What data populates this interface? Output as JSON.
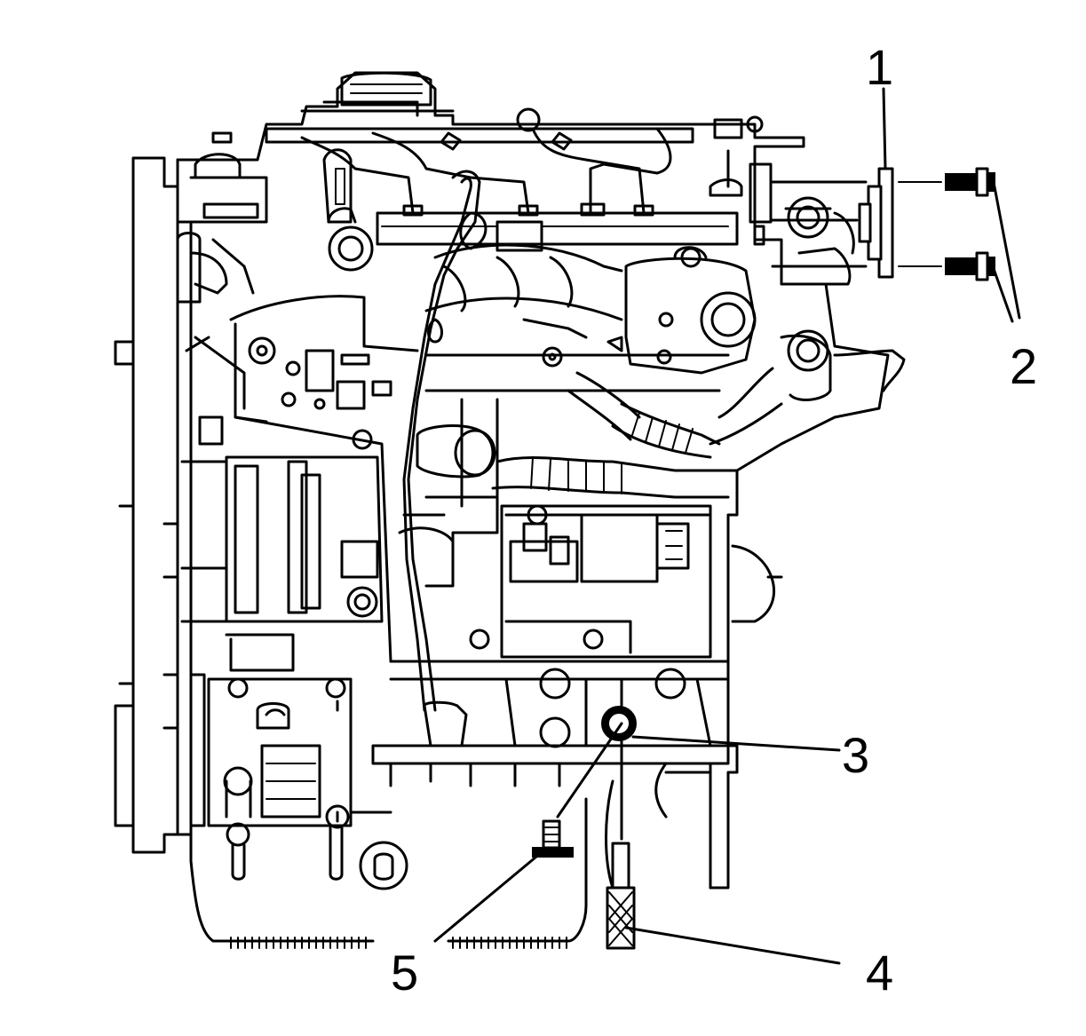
{
  "callouts": [
    {
      "id": "1",
      "label": "1"
    },
    {
      "id": "2",
      "label": "2"
    },
    {
      "id": "3",
      "label": "3"
    },
    {
      "id": "4",
      "label": "4"
    },
    {
      "id": "5",
      "label": "5"
    }
  ],
  "colors": {
    "line": "#000000",
    "background": "#ffffff"
  },
  "icons": [
    "engine-illustration",
    "sensor-part",
    "bolt-part",
    "seal-ring-part",
    "tool-drift-part",
    "plug-bolt-part"
  ]
}
